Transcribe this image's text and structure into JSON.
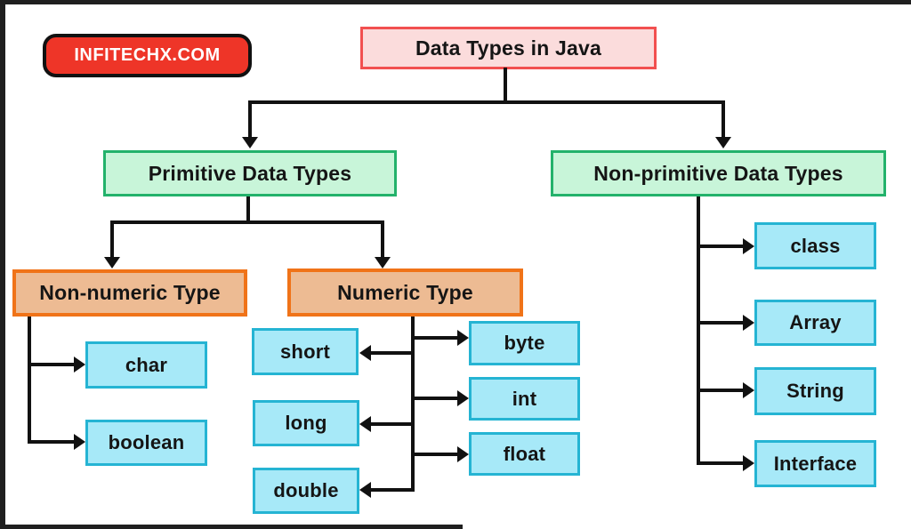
{
  "badge": {
    "label": "INFITECHX.COM"
  },
  "nodes": {
    "title": "Data Types in Java",
    "primitive": "Primitive Data Types",
    "non_primitive": "Non-primitive Data Types",
    "non_numeric": "Non-numeric Type",
    "numeric": "Numeric Type",
    "char": "char",
    "boolean": "boolean",
    "short": "short",
    "long": "long",
    "double": "double",
    "byte": "byte",
    "int": "int",
    "float": "float",
    "class": "class",
    "array": "Array",
    "string": "String",
    "interface": "Interface"
  },
  "colors": {
    "pink_fill": "#fbdcdc",
    "pink_border": "#f25050",
    "green_fill": "#c8f5d9",
    "green_border": "#23b26b",
    "orange_fill": "#edbb93",
    "orange_border": "#f07318",
    "cyan_fill": "#a7e9f8",
    "cyan_border": "#25b4d3",
    "badge_fill": "#ee3528",
    "line": "#111111"
  }
}
